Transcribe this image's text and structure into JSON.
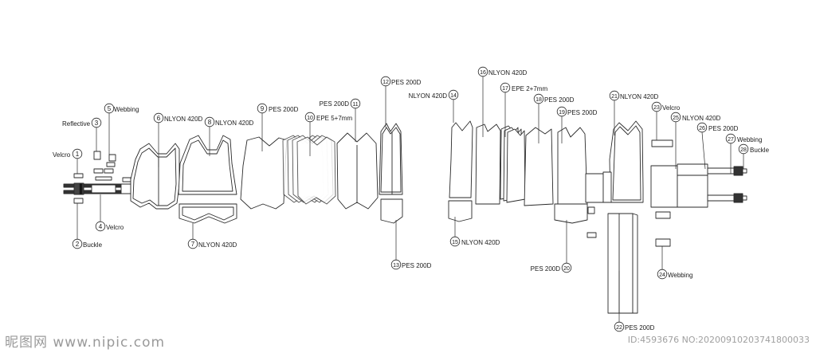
{
  "parts": [
    {
      "id": "p1",
      "num": "1",
      "label": "Velcro"
    },
    {
      "id": "p2",
      "num": "2",
      "label": "Buckle"
    },
    {
      "id": "p3",
      "num": "3",
      "label": "Reflective"
    },
    {
      "id": "p4",
      "num": "4",
      "label": "Velcro"
    },
    {
      "id": "p5",
      "num": "5",
      "label": "Webbing"
    },
    {
      "id": "p6",
      "num": "6",
      "label": "NLYON 420D"
    },
    {
      "id": "p7",
      "num": "7",
      "label": "NLYON 420D"
    },
    {
      "id": "p8",
      "num": "8",
      "label": "NLYON 420D"
    },
    {
      "id": "p9",
      "num": "9",
      "label": "PES 200D"
    },
    {
      "id": "p10",
      "num": "10",
      "label": "EPE 5+7mm"
    },
    {
      "id": "p11",
      "num": "11",
      "label": "PES 200D"
    },
    {
      "id": "p12",
      "num": "12",
      "label": "PES 200D"
    },
    {
      "id": "p13",
      "num": "13",
      "label": "PES 200D"
    },
    {
      "id": "p14",
      "num": "14",
      "label": "NLYON 420D"
    },
    {
      "id": "p15",
      "num": "15",
      "label": "NLYON 420D"
    },
    {
      "id": "p16",
      "num": "16",
      "label": "NLYON 420D"
    },
    {
      "id": "p17",
      "num": "17",
      "label": "EPE 2+7mm"
    },
    {
      "id": "p18",
      "num": "18",
      "label": "PES 200D"
    },
    {
      "id": "p19",
      "num": "19",
      "label": "PES 200D"
    },
    {
      "id": "p20",
      "num": "20",
      "label": "PES 200D"
    },
    {
      "id": "p21",
      "num": "21",
      "label": "NLYON 420D"
    },
    {
      "id": "p22",
      "num": "22",
      "label": "PES 200D"
    },
    {
      "id": "p23",
      "num": "23",
      "label": "Velcro"
    },
    {
      "id": "p24",
      "num": "24",
      "label": "Webbing"
    },
    {
      "id": "p25",
      "num": "25",
      "label": "NLYON 420D"
    },
    {
      "id": "p26",
      "num": "26",
      "label": "PES 200D"
    },
    {
      "id": "p27",
      "num": "27",
      "label": "Webbing"
    },
    {
      "id": "p28",
      "num": "28",
      "label": "Buckle"
    }
  ],
  "watermark": {
    "left": "昵图网 www.nipic.com",
    "right": "ID:4593676 NO:20200910203741800033"
  }
}
